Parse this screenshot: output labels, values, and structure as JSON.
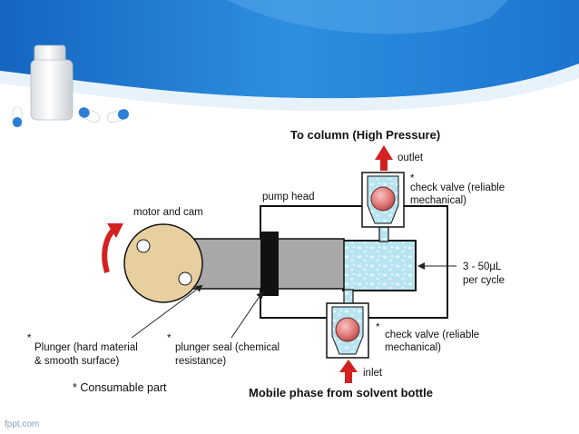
{
  "title": "To column (High Pressure)",
  "bottom_title": "Mobile phase from solvent bottle",
  "labels": {
    "outlet": "outlet",
    "inlet": "inlet",
    "pump_head": "pump head",
    "motor_and_cam": "motor and cam",
    "volume_line1": "3 - 50µL",
    "volume_line2": "per cycle",
    "check_valve_top_line1": "check valve (reliable",
    "check_valve_top_line2": "mechanical)",
    "check_valve_bottom_line1": "check valve (reliable",
    "check_valve_bottom_line2": "mechanical)",
    "plunger_line1": "Plunger (hard material",
    "plunger_line2": "& smooth surface)",
    "seal_line1": "plunger seal (chemical",
    "seal_line2": "resistance)",
    "asterisk": "*",
    "consumable_note": "* Consumable part"
  },
  "brand": "fppt.com",
  "colors": {
    "header_blue": "#1f7fd0",
    "arrow_red": "#d42020",
    "cam_fill": "#e8cfa0",
    "plunger_gray": "#a8a8a8",
    "solvent_blue": "#b8e4f0",
    "valve_ball": "#e07878"
  }
}
